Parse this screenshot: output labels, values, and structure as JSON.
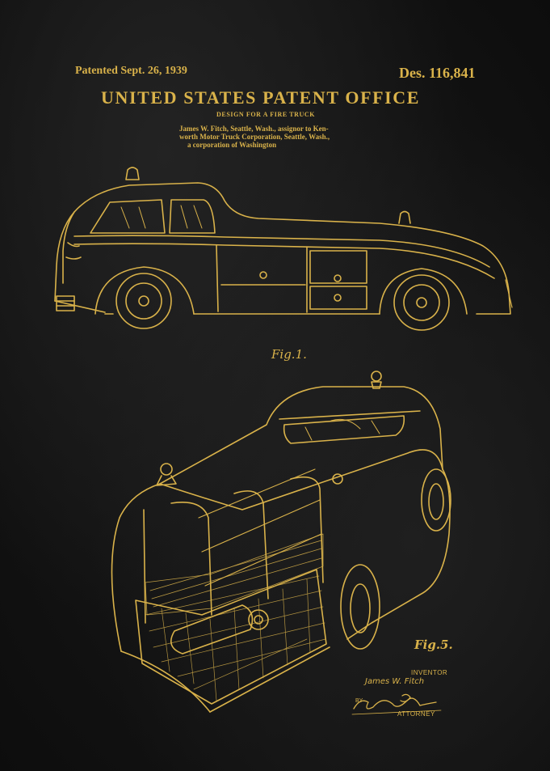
{
  "header": {
    "patented": "Patented Sept. 26, 1939",
    "design_number": "Des. 116,841",
    "office": "UNITED STATES PATENT OFFICE",
    "design_title": "DESIGN FOR A FIRE TRUCK",
    "assignee_lines": [
      "James W. Fitch, Seattle, Wash., assignor to Ken-",
      "worth Motor Truck Corporation, Seattle, Wash.,",
      "a corporation of Washington"
    ]
  },
  "figures": {
    "fig1_label": "Fig.1.",
    "fig5_label": "Fig.5."
  },
  "signature_block": {
    "inventor_label": "INVENTOR",
    "inventor_name": "James W. Fitch",
    "by_label": "BY",
    "attorney_label": "ATTORNEY"
  },
  "colors": {
    "ink": "#d9b24a",
    "background": "#141414"
  }
}
